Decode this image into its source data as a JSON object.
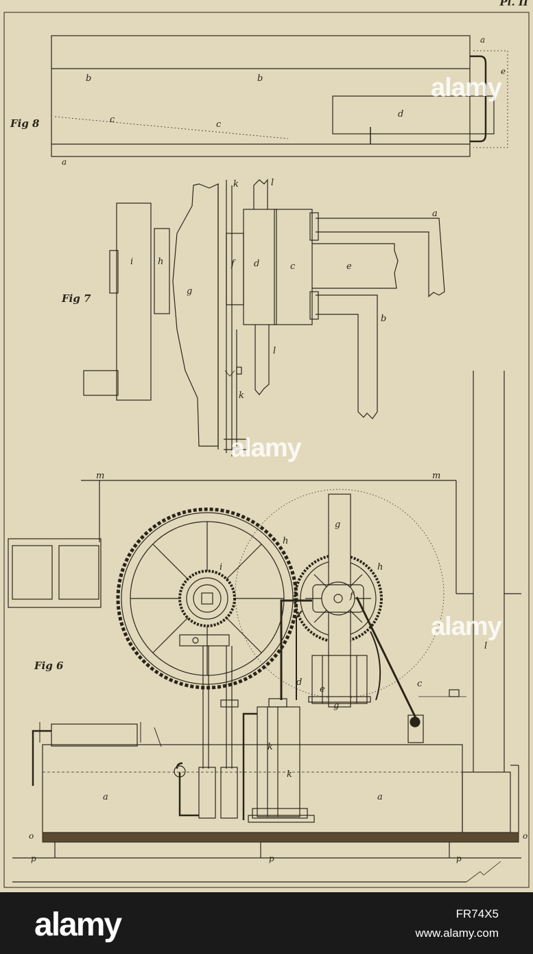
{
  "plate": {
    "plate_number": "Pl. II",
    "paper_color": "#e2d9bd",
    "ink_color": "#2a2418"
  },
  "figures": {
    "fig8": {
      "title": "Fig 8",
      "labels": {
        "a_top": "a",
        "a_bottom": "a",
        "b1": "b",
        "b2": "b",
        "c1": "c",
        "c2": "c",
        "d": "d",
        "e": "e"
      }
    },
    "fig7": {
      "title": "Fig 7",
      "labels": {
        "a": "a",
        "b": "b",
        "c": "c",
        "d": "d",
        "e": "e",
        "f": "f",
        "g": "g",
        "h": "h",
        "i": "i",
        "k1": "k",
        "k2": "k",
        "l1": "l",
        "l2": "l"
      }
    },
    "fig6": {
      "title": "Fig 6",
      "labels": {
        "m1": "m",
        "m2": "m",
        "h1": "h",
        "h2": "h",
        "g1": "g",
        "g2": "g",
        "i": "i",
        "f": "f",
        "d": "d",
        "e": "e",
        "c": "c",
        "l": "l",
        "k1": "k",
        "k2": "k",
        "a1": "a",
        "a2": "a",
        "o1": "o",
        "o2": "o",
        "p1": "p",
        "p2": "p",
        "p3": "p"
      }
    }
  },
  "watermarks": [
    "alamy",
    "alamy",
    "alamy"
  ],
  "footer": {
    "brand": "alamy",
    "image_id": "FR74X5",
    "site": "www.alamy.com"
  }
}
